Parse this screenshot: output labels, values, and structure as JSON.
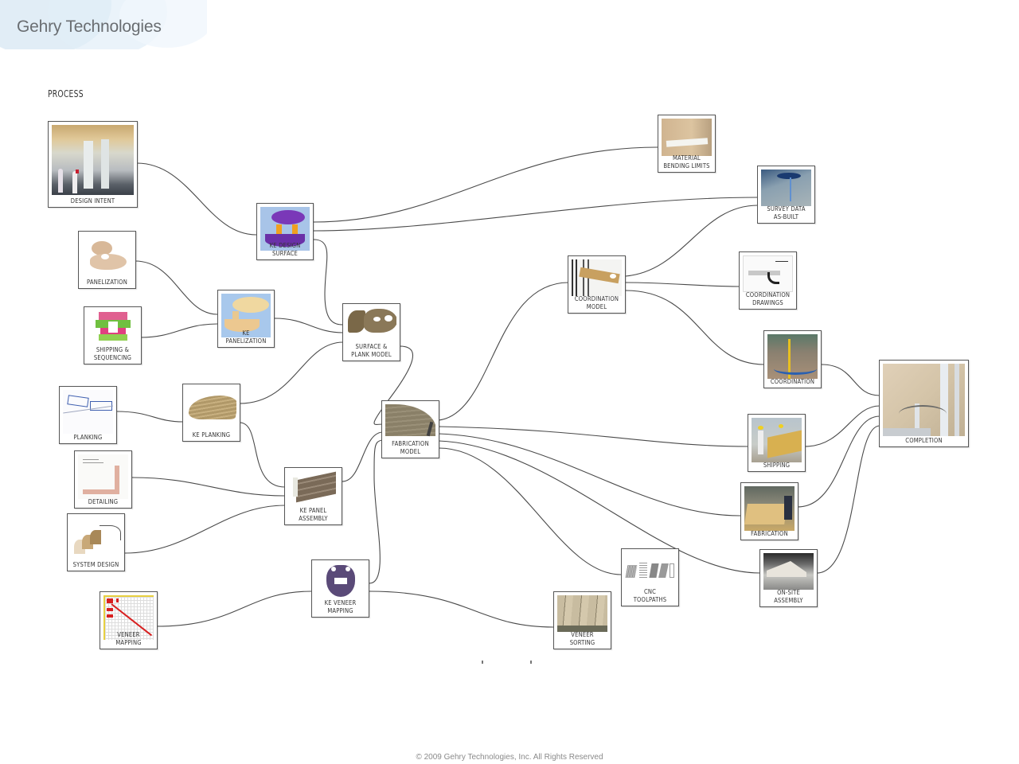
{
  "header": {
    "logo_text": "Gehry Technologies"
  },
  "section_title": "PROCESS",
  "colors": {
    "link": "#4a4a4a",
    "node_border": "#555555",
    "footer_text": "#8a8a8a"
  },
  "nodes": {
    "design_intent": {
      "label": "DESIGN INTENT",
      "thumb": "interior-render"
    },
    "ke_design_surface": {
      "label": "KE DESIGN SURFACE",
      "thumb": "purple-surface-model"
    },
    "panelization": {
      "label": "PANELIZATION",
      "thumb": "tan-surface-model"
    },
    "ke_panelization": {
      "label": "KE PANELIZATION",
      "thumb": "panelized-model"
    },
    "shipping_sequencing": {
      "label": "SHIPPING &\nSEQUENCING",
      "thumb": "colored-sequence-plan"
    },
    "surface_plank_model": {
      "label": "SURFACE &\nPLANK MODEL",
      "thumb": "brown-plank-model"
    },
    "planking": {
      "label": "PLANKING",
      "thumb": "planking-sketch"
    },
    "ke_planking": {
      "label": "KE PLANKING",
      "thumb": "plank-surface"
    },
    "detailing": {
      "label": "DETAILING",
      "thumb": "detail-drawing"
    },
    "ke_panel_assembly": {
      "label": "KE PANEL\nASSEMBLY",
      "thumb": "panel-assembly"
    },
    "system_design": {
      "label": "SYSTEM DESIGN",
      "thumb": "layered-system"
    },
    "ke_veneer_mapping": {
      "label": "KE VENEER\nMAPPING",
      "thumb": "veneer-map-model"
    },
    "veneer_mapping": {
      "label": "VENEER MAPPING",
      "thumb": "matrix-grid"
    },
    "fabrication_model": {
      "label": "FABRICATION\nMODEL",
      "thumb": "fabrication-surface"
    },
    "coordination_model": {
      "label": "COORDINATION\nMODEL",
      "thumb": "coordination-3d"
    },
    "material_bending_limits": {
      "label": "MATERIAL\nBENDING LIMITS",
      "thumb": "wood-bending-photo"
    },
    "survey_data_as_built": {
      "label": "SURVEY DATA\nAS-BUILT",
      "thumb": "survey-scan"
    },
    "coordination_drawings": {
      "label": "COORDINATION\nDRAWINGS",
      "thumb": "section-drawing"
    },
    "coordination": {
      "label": "COORDINATION",
      "thumb": "site-photo"
    },
    "shipping": {
      "label": "SHIPPING",
      "thumb": "workers-photo"
    },
    "fabrication": {
      "label": "FABRICATION",
      "thumb": "workshop-photo"
    },
    "on_site_assembly": {
      "label": "ON-SITE\nASSEMBLY",
      "thumb": "ceiling-install-photo"
    },
    "cnc_toolpaths": {
      "label": "CNC\nTOOLPATHS",
      "thumb": "toolpath-strips"
    },
    "veneer_sorting": {
      "label": "VENEER\nSORTING",
      "thumb": "veneer-stack-photo"
    },
    "completion": {
      "label": "COMPLETION",
      "thumb": "finished-interior-photo"
    }
  },
  "edges": [
    [
      "design_intent",
      "ke_design_surface"
    ],
    [
      "ke_design_surface",
      "material_bending_limits"
    ],
    [
      "ke_design_surface",
      "survey_data_as_built"
    ],
    [
      "ke_design_surface",
      "surface_plank_model"
    ],
    [
      "panelization",
      "ke_panelization"
    ],
    [
      "shipping_sequencing",
      "ke_panelization"
    ],
    [
      "ke_panelization",
      "surface_plank_model"
    ],
    [
      "ke_planking",
      "surface_plank_model"
    ],
    [
      "planking",
      "ke_planking"
    ],
    [
      "ke_planking",
      "ke_panel_assembly"
    ],
    [
      "detailing",
      "ke_panel_assembly"
    ],
    [
      "system_design",
      "ke_panel_assembly"
    ],
    [
      "surface_plank_model",
      "fabrication_model"
    ],
    [
      "ke_panel_assembly",
      "fabrication_model"
    ],
    [
      "ke_veneer_mapping",
      "fabrication_model"
    ],
    [
      "veneer_mapping",
      "ke_veneer_mapping"
    ],
    [
      "ke_veneer_mapping",
      "veneer_sorting"
    ],
    [
      "fabrication_model",
      "coordination_model"
    ],
    [
      "coordination_model",
      "survey_data_as_built"
    ],
    [
      "coordination_model",
      "coordination_drawings"
    ],
    [
      "coordination_model",
      "coordination"
    ],
    [
      "fabrication_model",
      "shipping"
    ],
    [
      "fabrication_model",
      "fabrication"
    ],
    [
      "fabrication_model",
      "on_site_assembly"
    ],
    [
      "fabrication_model",
      "cnc_toolpaths"
    ],
    [
      "coordination",
      "completion"
    ],
    [
      "shipping",
      "completion"
    ],
    [
      "fabrication",
      "completion"
    ],
    [
      "on_site_assembly",
      "completion"
    ]
  ],
  "footer": {
    "copyright": "© 2009 Gehry Technologies, Inc. All Rights Reserved"
  }
}
